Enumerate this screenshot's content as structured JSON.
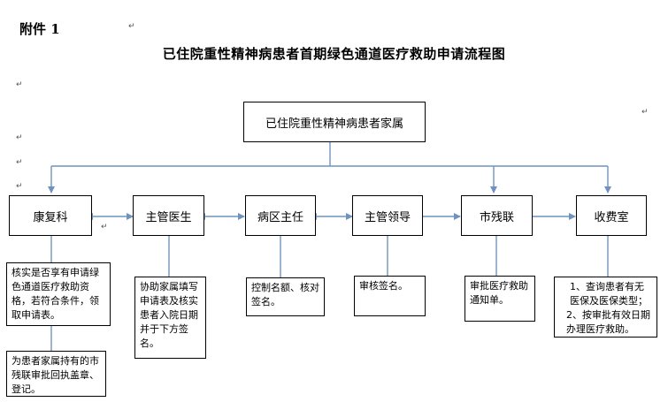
{
  "header": {
    "attachment": "附件 1",
    "title": "已住院重性精神病患者首期绿色通道医疗救助申请流程图"
  },
  "flow": {
    "top": "已住院重性精神病患者家属",
    "nodes": [
      "康复科",
      "主管医生",
      "病区主任",
      "主管领导",
      "市残联",
      "收费室"
    ],
    "notes": {
      "rehab_1": "核实是否享有申请绿色通道医疗救助资格，若符合条件，领取申请表。",
      "rehab_2": "为患者家属持有的市残联审批回执盖章、登记。",
      "doctor": "协助家属填写申请表及核实患者入院日期并于下方签名。",
      "director": "控制名额、核对签名。",
      "leader": "审核签名。",
      "federation": "审批医疗救助通知单。",
      "cashier_1": "1、查询患者有无医保及医保类型；",
      "cashier_2": "2、按审批有效日期办理医疗救助。"
    }
  },
  "colors": {
    "line": "#6f93bf",
    "border": "#000000"
  }
}
